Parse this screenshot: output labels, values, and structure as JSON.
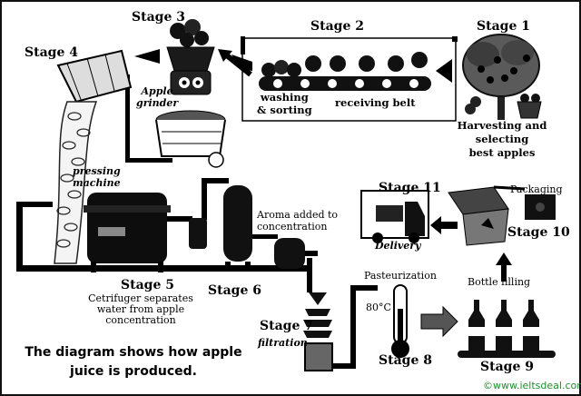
{
  "stages": {
    "s1": "Stage 1",
    "s2": "Stage 2",
    "s3": "Stage 3",
    "s4": "Stage 4",
    "s5": "Stage 5",
    "s6": "Stage 6",
    "s7": "Stage 7",
    "s8": "Stage 8",
    "s9": "Stage 9",
    "s10": "Stage 10",
    "s11": "Stage 11"
  },
  "labels": {
    "harvest_1": "Harvesting and",
    "harvest_2": "selecting",
    "harvest_3": "best apples",
    "receiving_belt": "receiving belt",
    "washing_1": "washing",
    "washing_2": "& sorting",
    "grinder_1": "Apple",
    "grinder_2": "grinder",
    "pressing_1": "pressing",
    "pressing_2": "machine",
    "centrifuge_1": "Cetrifuger separates",
    "centrifuge_2": "water from apple",
    "centrifuge_3": "concentration",
    "aroma_1": "Aroma added to",
    "aroma_2": "concentration",
    "filtration": "filtration",
    "pasteurization": "Pasteurization",
    "temperature": "80°C",
    "bottle_filling": "Bottle filling",
    "packaging": "Packaging",
    "delivery": "Delivery"
  },
  "caption": {
    "line1": "The diagram shows how apple",
    "line2": "juice is produced."
  },
  "credit": "©www.ieltsdeal.com"
}
